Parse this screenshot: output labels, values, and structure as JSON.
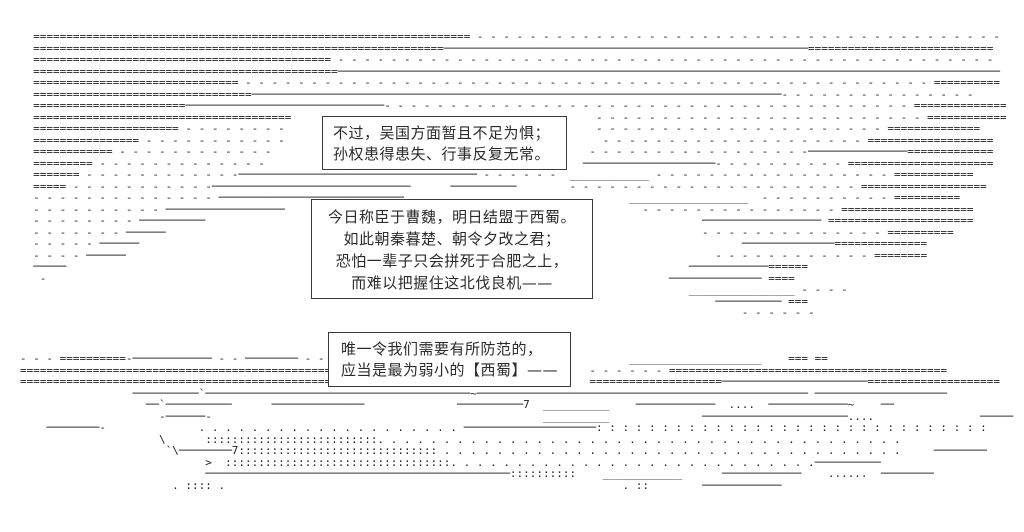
{
  "colors": {
    "background": "#ffffff",
    "ink": "#222222",
    "bubble_border": "#3a3a3a",
    "bubble_text": "#2b2b2b"
  },
  "bubbles": [
    {
      "name": "dialogue-box-1",
      "lines": [
        "不过，吴国方面暂且不足为惧；",
        "孙权患得患失、行事反复无常。"
      ]
    },
    {
      "name": "dialogue-box-2",
      "lines": [
        "今日称臣于曹魏，明日结盟于西蜀。",
        "如此朝秦暮楚、朝令夕改之君；",
        "恐怕一辈子只会拼死于合肥之上，",
        "而难以把握住这北伐良机——"
      ]
    },
    {
      "name": "dialogue-box-3",
      "lines": [
        "唯一令我们需要有所防范的，",
        "应当是最为弱小的【西蜀】——"
      ]
    }
  ],
  "ascii_art": {
    "lines": [
      "     ================================================================== - - - - - - - - - - - - - - - - - - - - - - - - - - - - - - - - - - - - - - - - ",
      "     ==============================================================───────────────────────────────────────────────────────============================",
      "     ============================================= - - - - - - - - - - - - - - - - - - - - - - - - - - - - - - - - - - - - - - - - - - - - - - - - - - ",
      "     ==============================================────────────────────────────────────────────────────────────────────────────────────────────────────",
      "     =============================== - - - - - - - - - - - - - - - - - - - - - - - - - - - - - - - - - - - - - - - - - - - - - - - - - - - - ==========",
      "     =================================────────────────────────────────────────────────────────────────────────────────- - - - - - - - - - - - - - - ",
      "     =======================──────────────────────────────- - - - - - - - - - - - - - - - - - - - - - - - - - - - - - - - - - - - - - - - ==============",
      "     =======================================                                              - - - - - - - - - - - - - - - - - - - - - - - - - ============",
      "     ====================== - - - - - - - -                                               - - - - - - - - - - - - - - - - - - - - - - ==============",
      "     ================ - - - - - - - - - - -                                                - - - - - - - - - - - - - - - - - - - - ===================",
      "     ============ - - - - - - - - - - - -                                                - - - - - - - - - - - - - - - - -───────────────=============",
      "     ========= - - - - - - - - - - - - -                                                ────────────────────- - - - - - - - - - ======================",
      "     ======= - - - - - - - - - - - -──────────────────────────────────── - - - - - -  ____________ - - - - - - - - - - - - - - - - - - ============",
      "     ===== - - - - - - - - - - -──────────────────────────────      ──────────        - - - - - - - - - - - - - - - - - - - - - - ===================",
      "     - - - - - - - - - - - - - - ────────────────────────────                                  __________________  - - - - - - - - - - ==========",
      "     - - - - - - - - - - ──────────────────                                                      - - - - - - - - - - - - - - - ====================",
      "     - - - - - - - - ──────────                                                                           ────────────────── ======================",
      "     - - - - - - - ──────                                                                                 - - - - - - - - - - - - - - ==========",
      "     - - - - - ──────                                                                                           ──────────────==============",
      "     - - - - ──────                                                                                         - - - - - - - - - - - - ========",
      "     ─────                                                                                              ────────────======",
      "      -                                                                                              ────────────── ====",
      "                                                                                                        ________________ - - - - ",
      "                                                                                                            ────────── ===",
      "                                                                                                                - - - - - - ",
      "",
      "",
      "",
      "   - - - ==========-──────────── - - ──────── - - -                                            ____________________    === ==",
      "   ================================================                                      - - - - - - ==========================================",
      "   ================================================                                      ====================──────────────────────====================",
      "                    ──────────`────────────────────────────────────────~────────────────────────────────────────────────── ────────────────────",
      "                      ──`──────────      ──────────────              ──────────7  __________    ────────────  ....  ────────────~    ──",
      "                        -──────-                                                  __________              ──────────────────────....                ─────",
      "       ────────-              . . . . . . . . . . . . . . . . . . . . ────────────────────: : : : : : : : : : : : : : : : : : : : : : : : : : : : : : ",
      "                        \\      ::::::::::::::::::::::::::. . . . . . . . . . . . . . . . . . . . . . . . . . . . . . . . . . . . . . . . ",
      "                         `\\────────7:::::::::::::::::::::::::::::: . . . . . . . . . . . . . . . . . . . . . . . . . . . . . . . . . . .     ────────",
      "                               >  ::::::::::::::::::::::::::::::::::. . . . . . . . . . . . . . . . . . . . . . . . . . . .──────────",
      "                               ──────────────────────────────────────────────::::::::::    ____________      ────────────    ......  ────────",
      "                          . :::: .                                                            . ::        ────────────",
      ""
    ]
  }
}
